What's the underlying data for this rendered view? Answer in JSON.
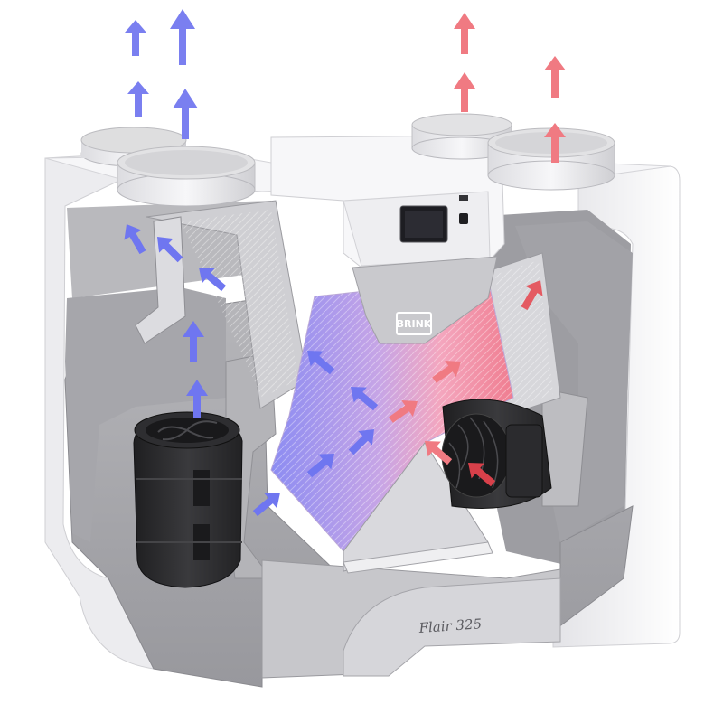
{
  "product": {
    "brand_label": "BRINK",
    "model_label": "Flair 325"
  },
  "colors": {
    "background": "#ffffff",
    "cold_air": "#6f76f0",
    "warm_air": "#f06a72",
    "housing_white": "#f4f4f6",
    "foam_grey": "#a9a9ad",
    "foam_dark": "#8e8e93",
    "fan_black": "#2c2c2e",
    "display_screen": "#1d1d22"
  },
  "airflow_arrows": {
    "cold_icon": "arrow-icon-blue",
    "warm_icon": "arrow-icon-red"
  }
}
